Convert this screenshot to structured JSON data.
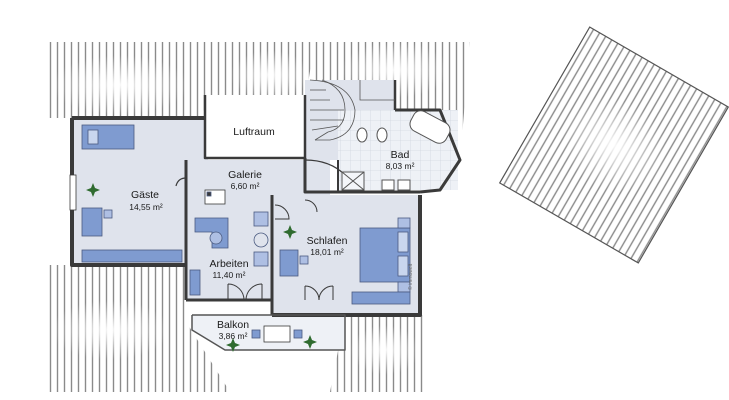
{
  "rooms": {
    "gaeste": {
      "name": "Gäste",
      "area": "14,55 m²"
    },
    "galerie": {
      "name": "Galerie",
      "area": "6,60 m²"
    },
    "luftraum": {
      "name": "Luftraum"
    },
    "bad": {
      "name": "Bad",
      "area": "8,03 m²"
    },
    "schlafen": {
      "name": "Schlafen",
      "area": "18,01 m²"
    },
    "arbeiten": {
      "name": "Arbeiten",
      "area": "11,40 m²"
    },
    "balkon": {
      "name": "Balkon",
      "area": "3,86 m²"
    }
  },
  "watermark": "© immowelt",
  "colors": {
    "floor": "#dfe3ec",
    "wall": "#3a3a3a",
    "furniture": "#7f9bd0",
    "roof_stripe": "#8a8a8a",
    "plant": "#2f6b2f"
  }
}
